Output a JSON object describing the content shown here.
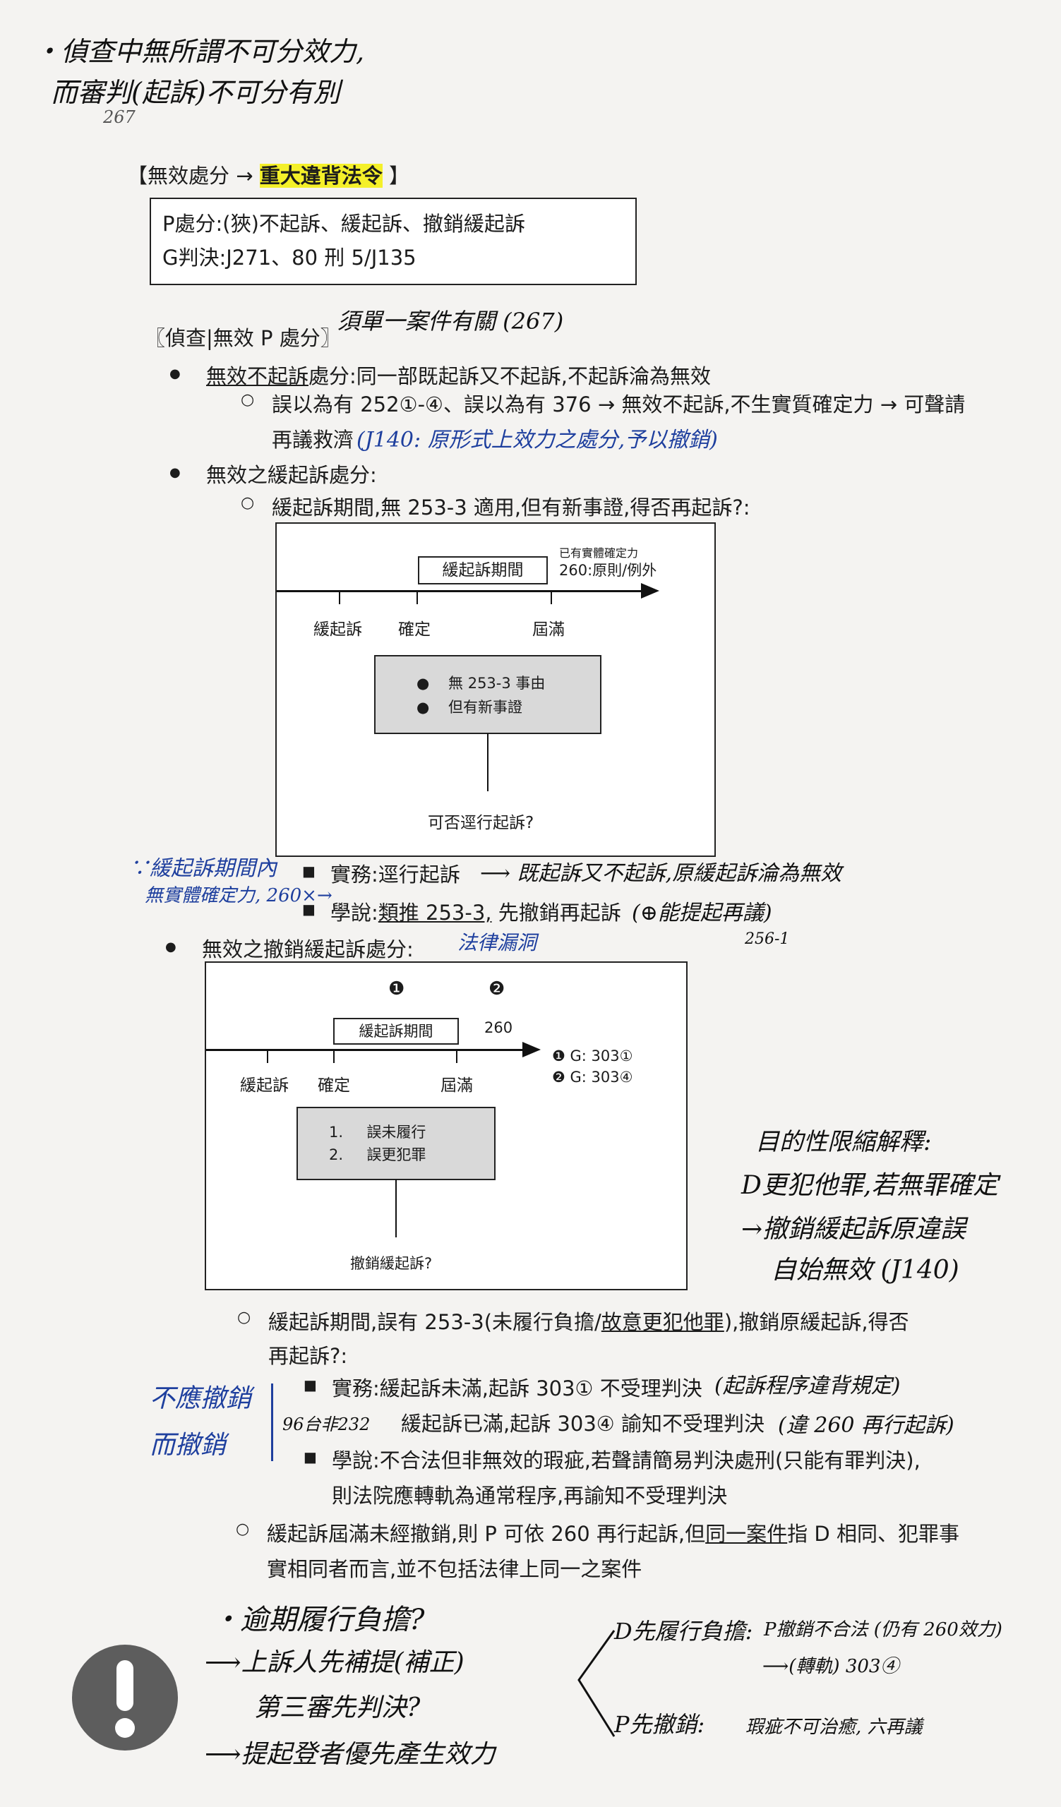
{
  "notes_top": {
    "line1": "‧偵查中無所謂不可分效力,",
    "line2": "而審判(起訴)不可分有別",
    "page_ref": "267"
  },
  "section": {
    "heading_prefix": "【無效處分 →",
    "heading_highlight": "重大違背法令",
    "heading_suffix": "】",
    "box_line1": "P處分:(狹)不起訴、緩起訴、撤銷緩起訴",
    "box_line2": "G判決:J271、80 刑 5/J135"
  },
  "subsection": {
    "title": "〖偵查|無效 P 處分〗",
    "title_note": "須單一案件有關 (267)",
    "b1_prefix": "無效不起訴",
    "b1_rest": "處分:同一部既起訴又不起訴,不起訴淪為無效",
    "b1_sub_line1": "誤以為有 252①-④、誤以為有 376 → 無效不起訴,不生實質確定力 → 可聲請",
    "b1_sub_line2": "再議救濟",
    "b1_sub_note": "(J140: 原形式上效力之處分,予以撤銷)",
    "b2": "無效之緩起訴處分:",
    "b2_sub": "緩起訴期間,無 253-3 適用,但有新事證,得否再起訴?:"
  },
  "diagram1": {
    "period_label": "緩起訴期間",
    "top_note1": "已有實體確定力",
    "top_note2": "260:原則/例外",
    "tick1": "緩起訴",
    "tick2": "確定",
    "tick3": "屆滿",
    "bullet1": "無 253-3 事由",
    "bullet2": "但有新事證",
    "question": "可否逕行起訴?"
  },
  "practice1": {
    "side_note_line1": "∵緩起訴期間內",
    "side_note_line2": "無實體確定力, 260×→",
    "item1": "實務:逕行起訴",
    "item1_note": "⟶ 既起訴又不起訴,原緩起訴淪為無效",
    "item2_prefix": "學說:",
    "item2_underlined": "類推 253-3,",
    "item2_rest": " 先撤銷再起訴",
    "item2_note": "(⊕能提起再議)",
    "item2_ref": "256-1",
    "gap_note": "法律漏洞"
  },
  "b3": "無效之撤銷緩起訴處分:",
  "diagram2": {
    "num1": "❶",
    "num2": "❷",
    "period_label": "緩起訴期間",
    "code260": "260",
    "tick1": "緩起訴",
    "tick2": "確定",
    "tick3": "屆滿",
    "right1": "❶ G: 303①",
    "right2": "❷ G: 303④",
    "item1_num": "1.",
    "item1": "誤未履行",
    "item2_num": "2.",
    "item2": "誤更犯罪",
    "question": "撤銷緩起訴?"
  },
  "right_note": {
    "line1": "目的性限縮解釋:",
    "line2": "D更犯他罪,若無罪確定",
    "line3": "→撤銷緩起訴原違誤",
    "line4": "自始無效 (J140)"
  },
  "b3_sub": {
    "line1_prefix": "緩起訴期間,誤有 253-3(未履行負擔/",
    "line1_ul": "故意更犯他罪",
    "line1_suffix": "),撤銷原緩起訴,得否",
    "line2": "再起訴?:",
    "left_note1": "不應撤銷",
    "left_note2": "而撤銷",
    "item1": "實務:緩起訴未滿,起訴 303① 不受理判決",
    "item1_note": "(起訴程序違背規定)",
    "case_ref": "96台非232",
    "item1b": "緩起訴已滿,起訴 303④ 諭知不受理判決",
    "item1b_note": "(違 260 再行起訴)",
    "item2_line1": "學說:不合法但非無效的瑕疵,若聲請簡易判決處刑(只能有罪判決),",
    "item2_line2": "則法院應轉軌為通常程序,再諭知不受理判決"
  },
  "last_bullet": {
    "line1_prefix": "緩起訴屆滿未經撤銷,則 P 可依 260 再行起訴,但",
    "line1_ul": "同一案件",
    "line1_suffix": "指 D 相同、犯罪事",
    "line2": "實相同者而言,並不包括法律上同一之案件"
  },
  "bottom_notes": {
    "q": "‧逾期履行負擔?",
    "l1": "⟶上訴人先補提(補正)",
    "l2": "第三審先判決?",
    "l3": "⟶提起登者優先產生效力",
    "r1_label": "D先履行負擔:",
    "r1_text": "P撤銷不合法 (仍有 260效力)",
    "r1_sub": "⟶(轉軌) 303④",
    "r2_label": "P先撤銷:",
    "r2_text": "瑕疵不可治癒, 六再議"
  }
}
